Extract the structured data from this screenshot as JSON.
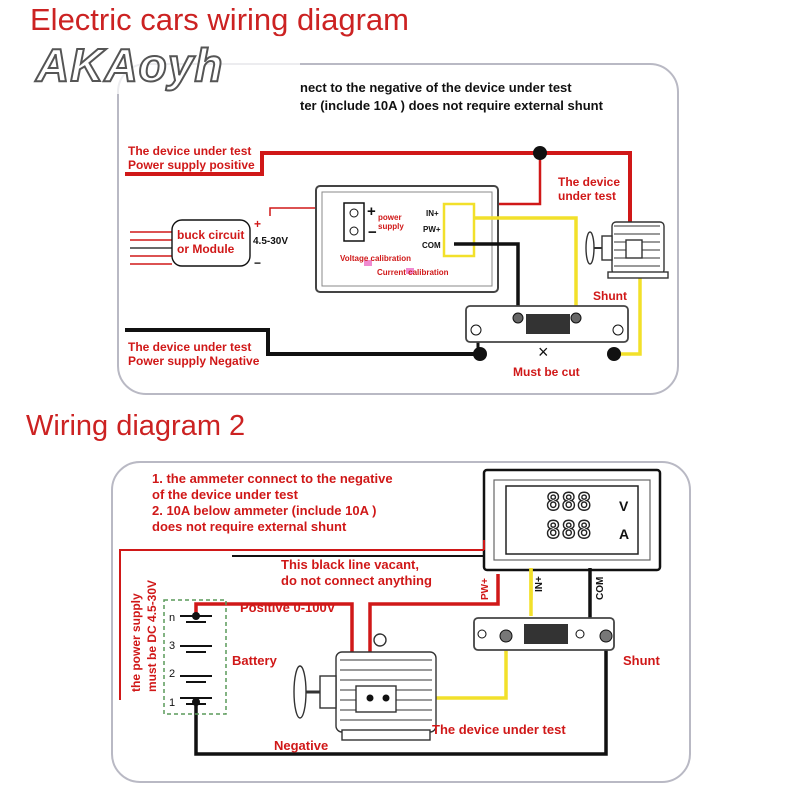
{
  "diagram1": {
    "title": "Electric cars wiring diagram",
    "note_line1": "nect to the negative of the device under test",
    "note_line2": "ter (include 10A ) does not require external shunt",
    "positive_label": "The device under test\nPower supply positive",
    "negative_label": "The device under test\nPower supply Negative",
    "buck_label": "buck circuit\nor Module",
    "buck_voltage": "4.5-30V",
    "plus_symbol": "+",
    "minus_symbol": "−",
    "power_supply_label": "power\nsupply",
    "pin_in": "IN+",
    "pin_pw": "PW+",
    "pin_com": "COM",
    "voltage_calibration": "Voltage calibration",
    "current_calibration": "Current calibration",
    "device_label": "The device\nunder test",
    "shunt_label": "Shunt",
    "cut_label": "Must be cut",
    "cut_mark": "×"
  },
  "diagram2": {
    "title": "Wiring diagram 2",
    "notes": [
      "1. the ammeter connect to the negative",
      "of the device under test",
      "2. 10A below ammeter (include 10A )",
      "does not require external shunt"
    ],
    "vacant_line1": "This black line vacant,",
    "vacant_line2": "do not connect anything",
    "display_digits": "888",
    "unit_v": "V",
    "unit_a": "A",
    "pin_pw": "PW+",
    "pin_in": "IN+",
    "pin_com": "COM",
    "supply_vertical1": "the power supply",
    "supply_vertical2": "must be DC 4.5-30V",
    "positive_label": "Positive 0-100V",
    "battery_label": "Battery",
    "cells": [
      "n",
      "3",
      "2",
      "1"
    ],
    "shunt_label": "Shunt",
    "device_label": "The device under test",
    "negative_label": "Negative"
  },
  "watermark": "AKAoyh",
  "colors": {
    "title": "#cc2222",
    "wire_red": "#d01818",
    "wire_yellow": "#f2e02a",
    "wire_black": "#111111"
  }
}
